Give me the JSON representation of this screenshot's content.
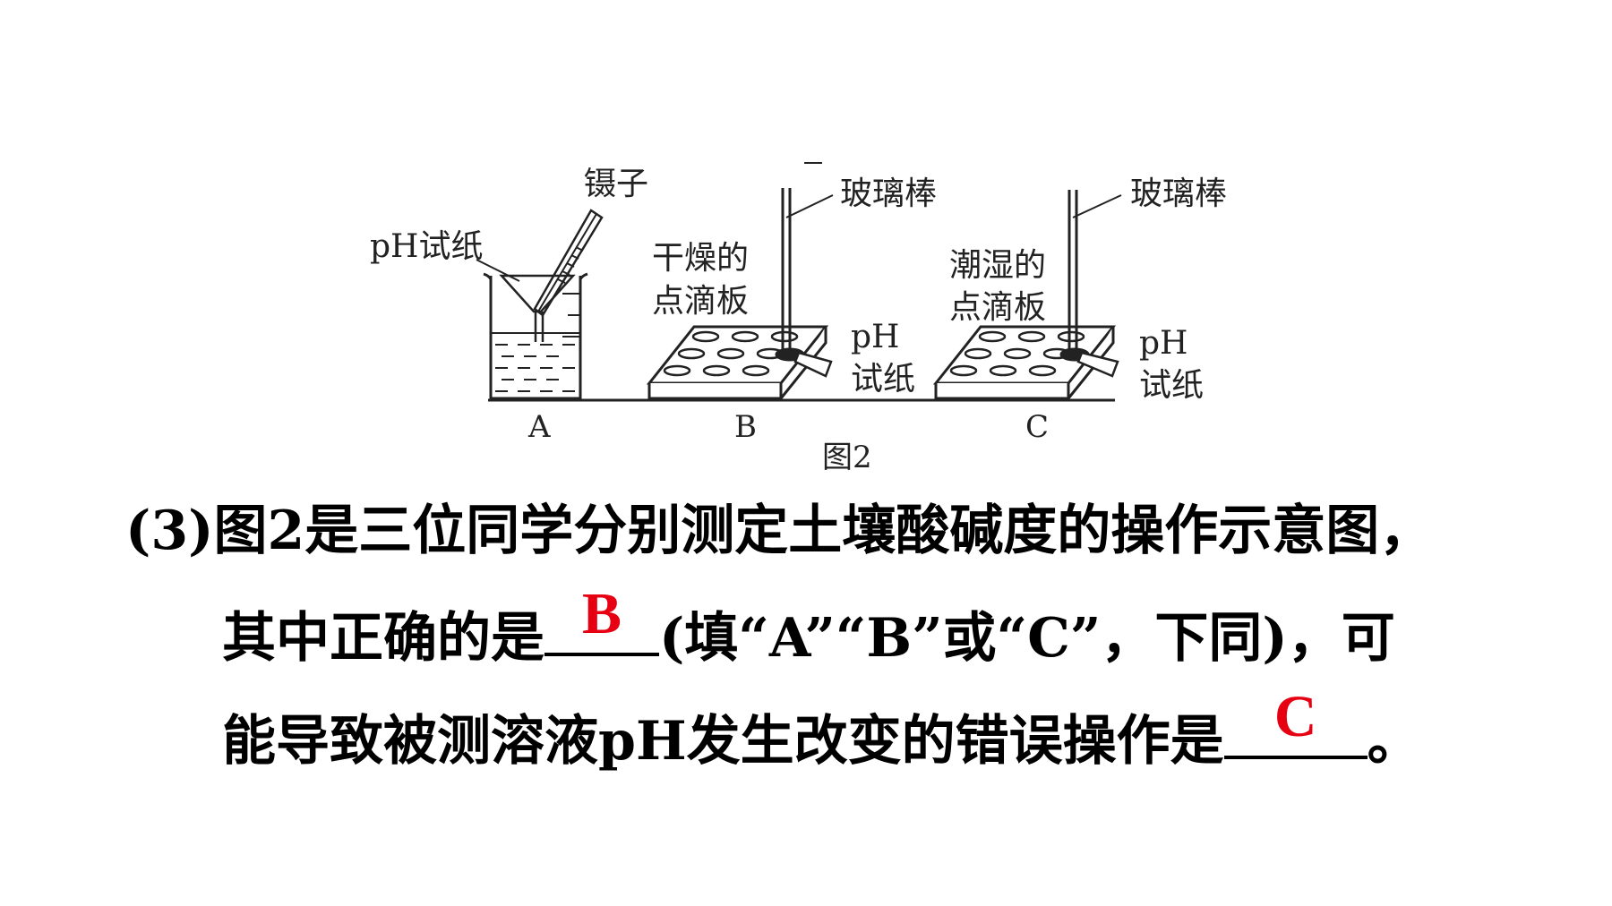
{
  "figure": {
    "labels": {
      "tweezers": "镊子",
      "ph_paper_a": "pH试纸",
      "glass_rod_b": "玻璃棒",
      "glass_rod_c": "玻璃棒",
      "dry_plate_1": "干燥的",
      "dry_plate_2": "点滴板",
      "wet_plate_1": "潮湿的",
      "wet_plate_2": "点滴板",
      "ph_b_1": "pH",
      "ph_b_2": "试纸",
      "ph_c_1": "pH",
      "ph_c_2": "试纸"
    },
    "letters": {
      "a": "A",
      "b": "B",
      "c": "C"
    },
    "caption": "图2"
  },
  "question": {
    "line1": "(3)图2是三位同学分别测定土壤酸碱度的操作示意图，",
    "line2_prefix": "其中正确的是",
    "answer1": "B",
    "line2_suffix": "(填“A”“B”或“C”，下同)，可",
    "line3_prefix": "能导致被测溶液pH发生改变的错误操作是",
    "answer2": "C",
    "line3_suffix": "。"
  },
  "colors": {
    "answer": "#e60012",
    "text": "#000000",
    "line_art": "#222222"
  }
}
